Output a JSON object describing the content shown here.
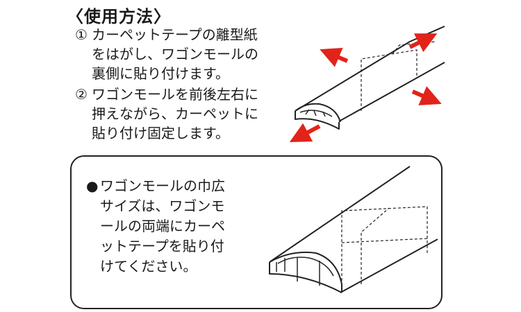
{
  "heading": "〈使用方法〉",
  "steps": [
    {
      "number": "①",
      "lines": [
        "カーペットテープの離型紙",
        "をはがし、ワゴンモールの",
        "裏側に貼り付けます。"
      ]
    },
    {
      "number": "②",
      "lines": [
        "ワゴンモールを前後左右に",
        "押えながら、カーペットに",
        "貼り付け固定します。"
      ]
    }
  ],
  "note": {
    "bullet": "●",
    "lines": [
      "ワゴンモールの巾広",
      "サイズは、ワゴンモ",
      "ールの両端にカーペ",
      "ットテープを貼り付",
      "けてください。"
    ]
  },
  "colors": {
    "arrow": "#e2231a",
    "line": "#222222"
  }
}
